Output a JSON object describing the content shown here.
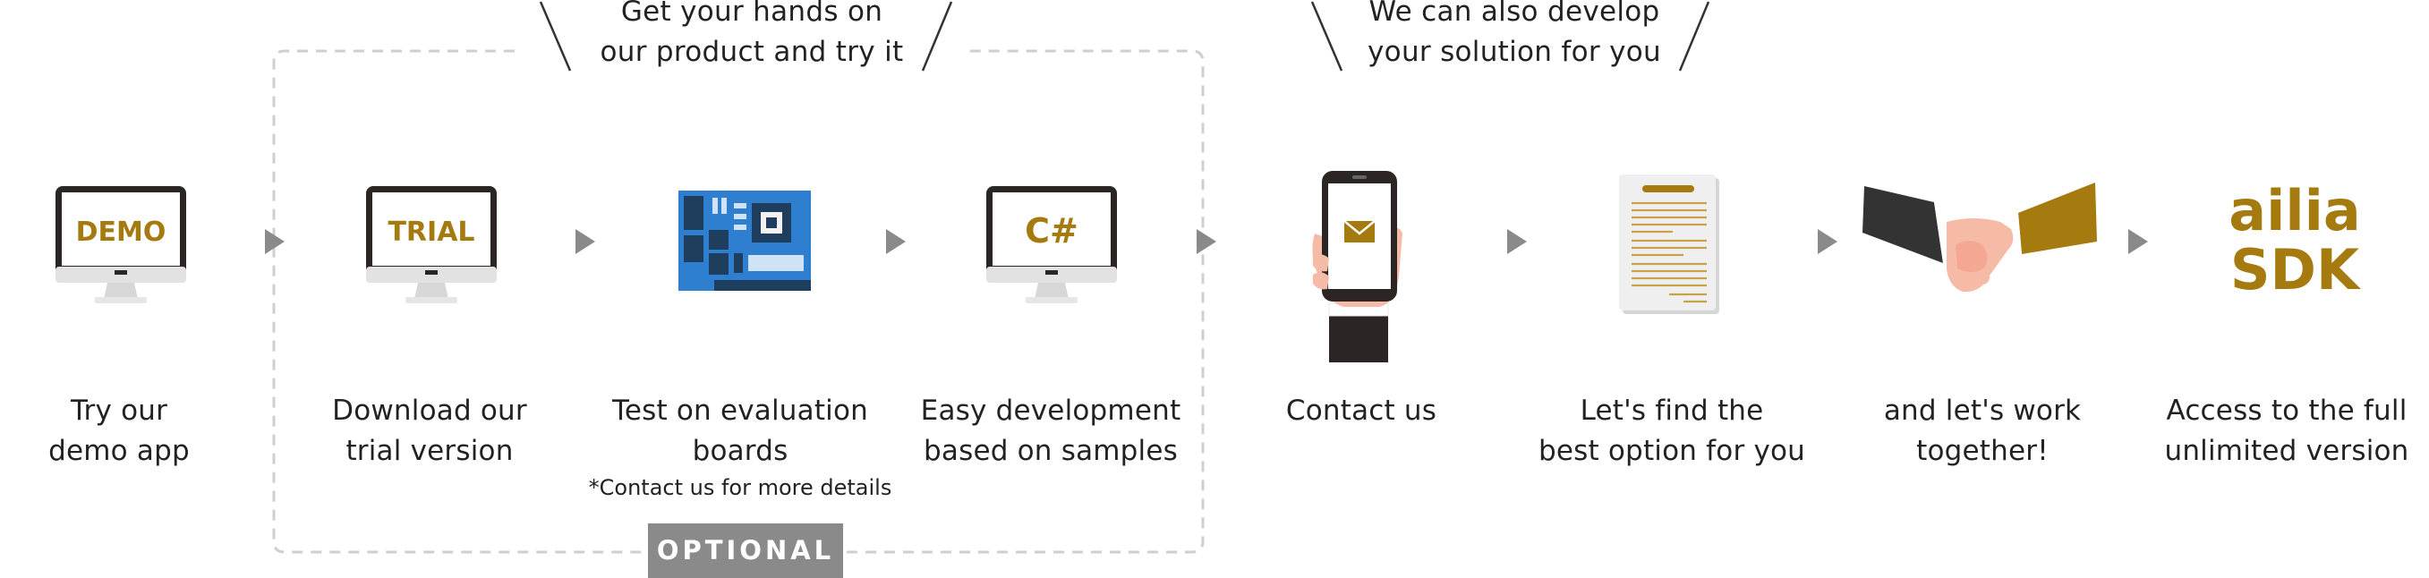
{
  "callouts": {
    "hands_on": [
      "Get your hands on",
      "our product and try it"
    ],
    "develop": [
      "We can also develop",
      "your solution for you"
    ]
  },
  "optional_badge": "OPTIONAL",
  "icons": {
    "demo": "DEMO",
    "trial": "TRIAL",
    "csharp": "C#",
    "sdk": [
      "ailia",
      "SDK"
    ]
  },
  "steps": [
    {
      "icon": "monitor-icon",
      "label": [
        "Try our",
        "demo app"
      ]
    },
    {
      "icon": "monitor-icon",
      "label": [
        "Download our",
        "trial version"
      ]
    },
    {
      "icon": "circuit-board-icon",
      "label": [
        "Test on evaluation",
        "boards"
      ],
      "note": "*Contact us for more details"
    },
    {
      "icon": "monitor-icon",
      "label": [
        "Easy development",
        "based on samples"
      ]
    },
    {
      "icon": "phone-mail-icon",
      "label": [
        "Contact us"
      ]
    },
    {
      "icon": "document-icon",
      "label": [
        "Let's find the",
        "best option for you"
      ]
    },
    {
      "icon": "handshake-icon",
      "label": [
        "and let's work",
        "together!"
      ]
    },
    {
      "icon": "sdk-logo",
      "label": [
        "Access to the full",
        "unlimited version"
      ]
    }
  ],
  "colors": {
    "accent_gold": "#a57a0e",
    "arrow_gray": "#8a8a8a",
    "dash_gray": "#cfcfcf",
    "board_blue": "#2e7fcf"
  }
}
